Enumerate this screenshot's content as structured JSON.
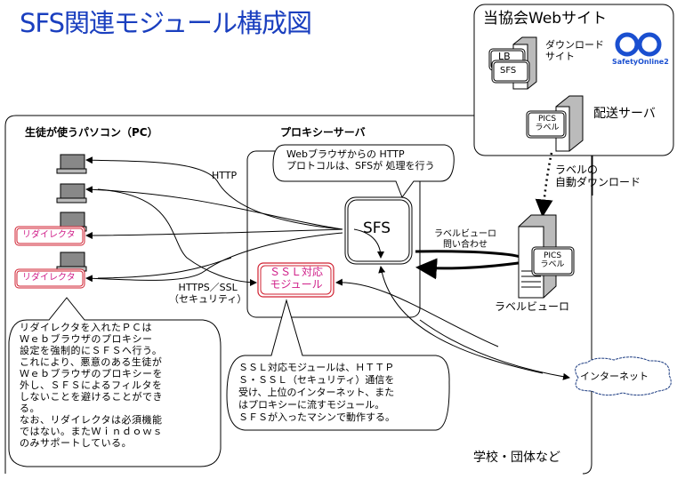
{
  "title": "SFS関連モジュール構成図",
  "website": {
    "title": "当協会Webサイト",
    "download_site": "ダウンロード\nサイト",
    "lb_label": "LB",
    "sfs_label": "SFS",
    "logo_text": "SafetyOnline2",
    "delivery_server": "配送サーバ",
    "pics_label": "PICS\nラベル"
  },
  "auto_download": "ラベルの\n自動ダウンロード",
  "school": {
    "title": "学校・団体など",
    "pc_heading": "生徒が使うパソコン（PC）",
    "redirectors": [
      "リダイレクタ",
      "リダイレクタ"
    ],
    "http_label": "HTTP",
    "https_label": "HTTPS／SSL\n（セキュリティ）",
    "proxy_heading": "プロキシーサーバ",
    "proxy_callout": "Webブラウザからの HTTP\nプロトコルは、SFSが 処理を行う",
    "sfs": "SFS",
    "ssl_module": "ＳＳＬ対応\nモジュール",
    "label_query": "ラベルビューロ\n問い合わせ",
    "label_bureau": "ラベルビューロ",
    "bureau_pics": "PICS\nラベル",
    "redirector_note": "リダイレクタを入れたＰＣは\nＷｅｂブラウザのプロキシー\n設定を強制的にＳＦＳへ行う。\nこれにより、悪意のある生徒が\nＷｅｂブラウザのプロキシーを\n外し、ＳＦＳによるフィルタを\nしないことを避けることができ\nる。\nなお、リダイレクタは必須機能\nではない。またＷｉｎｄｏｗｓ\nのみサポートしている。",
    "ssl_note": "ＳＳＬ対応モジュールは、ＨＴＴＰ\nＳ・ＳＳＬ（セキュリティ）通信を\n受け、上位のインターネット、また\nはプロキシーに流すモジュール。\nＳＦＳが入ったマシンで動作する。"
  },
  "internet": "インターネット",
  "colors": {
    "title": "#1a3fbf",
    "redirector": "#d0208a",
    "logo": "#1a4fd0"
  }
}
